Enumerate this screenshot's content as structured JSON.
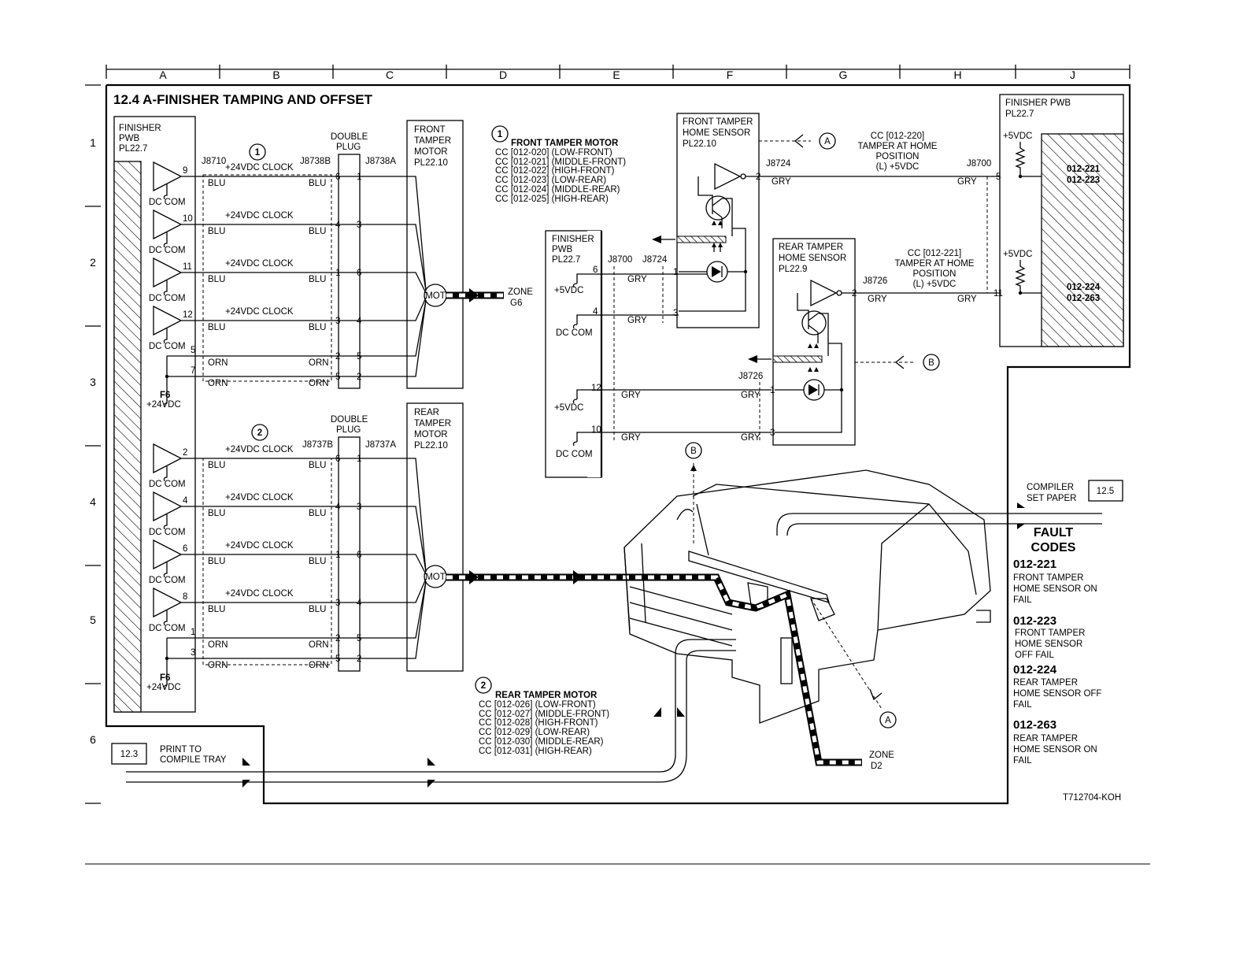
{
  "title": "12.4 A-FINISHER TAMPING AND OFFSET",
  "columns": [
    "A",
    "B",
    "C",
    "D",
    "E",
    "F",
    "G",
    "H",
    "J"
  ],
  "rows": [
    "1",
    "2",
    "3",
    "4",
    "5",
    "6"
  ],
  "left_pwb": {
    "line1": "FINISHER",
    "line2": "PWB",
    "line3": "PL22.7"
  },
  "right_pwb": {
    "line1": "FINISHER PWB",
    "line2": "PL22.7"
  },
  "mid_pwb": {
    "line1": "FINISHER",
    "line2": "PWB",
    "line3": "PL22.7"
  },
  "front_motor": {
    "lines": [
      "FRONT",
      "TAMPER",
      "MOTOR",
      "PL22.10"
    ],
    "mot": "MOT"
  },
  "rear_motor": {
    "lines": [
      "REAR",
      "TAMPER",
      "MOTOR",
      "PL22.10"
    ],
    "mot": "MOT"
  },
  "double_plug": {
    "line1": "DOUBLE",
    "line2": "PLUG"
  },
  "front_sensor": {
    "lines": [
      "FRONT TAMPER",
      "HOME SENSOR",
      "PL22.10"
    ]
  },
  "rear_sensor": {
    "lines": [
      "REAR TAMPER",
      "HOME SENSOR",
      "PL22.9"
    ]
  },
  "connectors": {
    "j8710": "J8710",
    "j8738b": "J8738B",
    "j8738a": "J8738A",
    "j8737b": "J8737B",
    "j8737a": "J8737A",
    "j8700": "J8700",
    "j8724": "J8724",
    "j8726": "J8726"
  },
  "signals": {
    "clock": "+24VDC CLOCK",
    "dccom": "DC COM",
    "blu": "BLU",
    "orn": "ORN",
    "gry": "GRY",
    "f6": "F6",
    "v24": "+24VDC",
    "v5": "+5VDC"
  },
  "pins": {
    "front_out": [
      "9",
      "10",
      "11",
      "12",
      "5",
      "7"
    ],
    "rear_out": [
      "2",
      "4",
      "6",
      "8",
      "1",
      "3"
    ],
    "plug_left": [
      "6",
      "4",
      "1",
      "3",
      "2",
      "5"
    ],
    "plug_right": [
      "1",
      "3",
      "6",
      "4",
      "5",
      "2"
    ],
    "mid": [
      "6",
      "4",
      "12",
      "10"
    ],
    "sensor": [
      "1",
      "2",
      "3"
    ],
    "right": [
      "5",
      "11"
    ]
  },
  "callout1": {
    "num": "1",
    "heading": "FRONT TAMPER MOTOR",
    "items": [
      "CC [012-020] (LOW-FRONT)",
      "CC [012-021] (MIDDLE-FRONT)",
      "CC [012-022] (HIGH-FRONT)",
      "CC [012-023] (LOW-REAR)",
      "CC [012-024] (MIDDLE-REAR)",
      "CC [012-025] (HIGH-REAR)"
    ]
  },
  "callout2": {
    "num": "2",
    "heading": "REAR TAMPER MOTOR",
    "items": [
      "CC [012-026] (LOW-FRONT)",
      "CC [012-027] (MIDDLE-FRONT)",
      "CC [012-028] (HIGH-FRONT)",
      "CC [012-029] (LOW-REAR)",
      "CC [012-030] (MIDDLE-REAR)",
      "CC [012-031] (HIGH-REAR)"
    ]
  },
  "cc220": {
    "lines": [
      "CC [012-220]",
      "TAMPER AT HOME",
      "POSITION",
      "(L) +5VDC"
    ]
  },
  "cc221": {
    "lines": [
      "CC [012-221]",
      "TAMPER AT HOME",
      "POSITION",
      "(L) +5VDC"
    ]
  },
  "zones": {
    "g6": [
      "ZONE",
      "G6"
    ],
    "d2": [
      "ZONE",
      "D2"
    ]
  },
  "refs": {
    "a": "A",
    "b": "B",
    "p123": "12.3",
    "p125": "12.5"
  },
  "print_to": [
    "PRINT TO",
    "COMPILE TRAY"
  ],
  "compiler": [
    "COMPILER",
    "SET PAPER"
  ],
  "pwb_codes": {
    "top": [
      "012-221",
      "012-223"
    ],
    "bottom": [
      "012-224",
      "012-263"
    ]
  },
  "fault": {
    "heading": [
      "FAULT",
      "CODES"
    ],
    "items": [
      {
        "code": "012-221",
        "desc": [
          "FRONT TAMPER",
          "HOME SENSOR ON",
          "FAIL"
        ]
      },
      {
        "code": "012-223",
        "desc": [
          "FRONT TAMPER",
          "HOME SENSOR",
          "OFF FAIL"
        ]
      },
      {
        "code": "012-224",
        "desc": [
          "REAR TAMPER",
          "HOME SENSOR OFF",
          "FAIL"
        ]
      },
      {
        "code": "012-263",
        "desc": [
          "REAR TAMPER",
          "HOME SENSOR ON",
          "FAIL"
        ]
      }
    ]
  },
  "figure_id": "T712704-KOH"
}
